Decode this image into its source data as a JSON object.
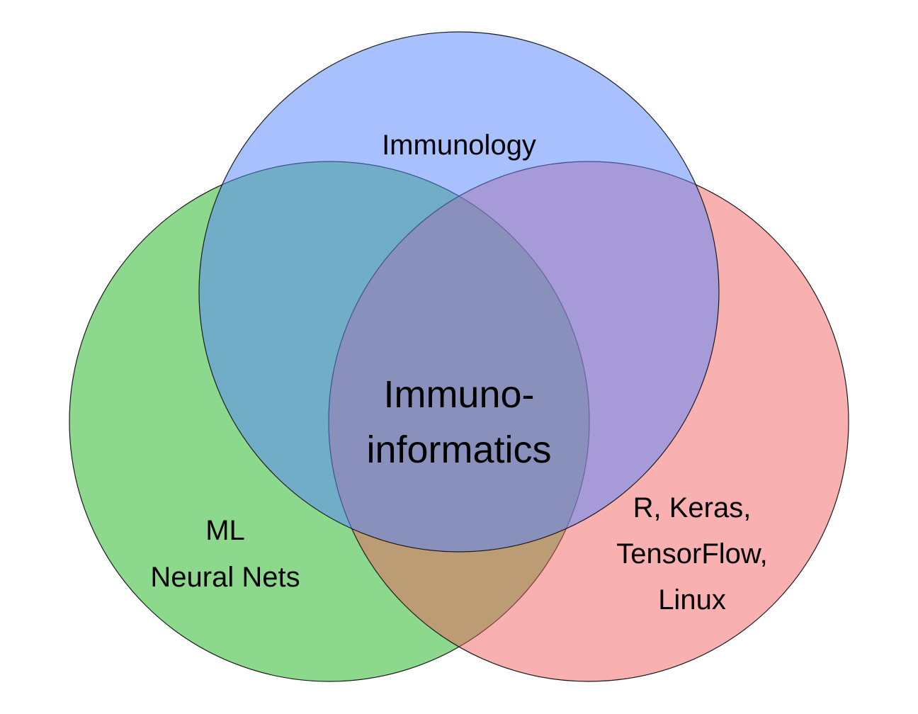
{
  "colors": {
    "green": "#2db82d",
    "red": "#f05a5a",
    "blue": "#5a87ff"
  },
  "circles": [
    {
      "id": "green-circle",
      "color_key": "green"
    },
    {
      "id": "red-circle",
      "color_key": "red"
    },
    {
      "id": "blue-circle",
      "color_key": "blue"
    }
  ],
  "labels": {
    "top": "Immunology",
    "left_line1": "ML",
    "left_line2": "Neural Nets",
    "right_line1": "R, Keras,",
    "right_line2": "TensorFlow,",
    "right_line3": "Linux",
    "center_line1": "Immuno-",
    "center_line2": "informatics"
  }
}
